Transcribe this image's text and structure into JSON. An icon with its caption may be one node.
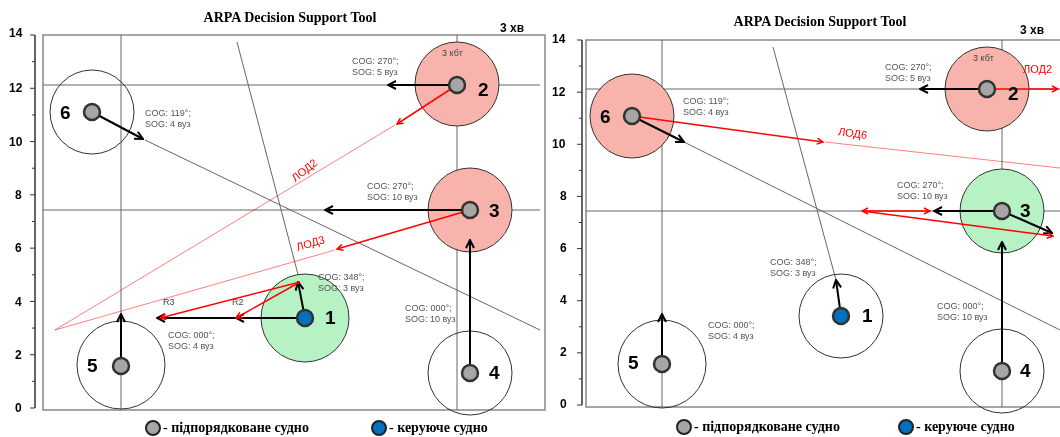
{
  "diagram": {
    "labels": [
      "ARPA Decision Support Tool",
      "3 хв",
      "14",
      "12",
      "10",
      "8",
      "6",
      "4",
      "2",
      "0",
      "3 кбт",
      "COG: 270°; SOG: 5 вуз",
      "2",
      "6",
      "COG: 119°; SOG: 4 вуз",
      "ЛОД2",
      "COG: 270°; SOG: 10 вуз",
      "3",
      "ЛОД3",
      "COG: 348°; SOG: 3 вуз",
      "R3",
      "R2",
      "1",
      "COG: 000°; SOG: 10 вуз",
      "COG: 000°; SOG: 4 вуз",
      "5",
      "4",
      "ARPA Decision Support Tool",
      "3 хв",
      "14",
      "12",
      "10",
      "8",
      "6",
      "4",
      "2",
      "0",
      "3 кбт",
      "COG: 270°; SOG: 5 вуз",
      "ЛОД2",
      "2",
      "6",
      "COG: 119°; SOG: 4 вуз",
      "ЛОД6",
      "COG: 270°; SOG: 10 вуз",
      "3",
      "COG: 348°; SOG: 3 вуз",
      "1",
      "COG: 000°; SOG: 4 вуз",
      "COG: 000°; SOG: 10 вуз",
      "5",
      "4"
    ],
    "legend": [
      {
        "text": "- підпорядковане  судно",
        "color": "#a6a6a6"
      },
      {
        "text": "- керуюче судно",
        "color": "#0070c0"
      },
      {
        "text": "- підпорядковане  судно",
        "color": "#a6a6a6"
      },
      {
        "text": "- керуюче судно",
        "color": "#0070c0"
      }
    ]
  }
}
